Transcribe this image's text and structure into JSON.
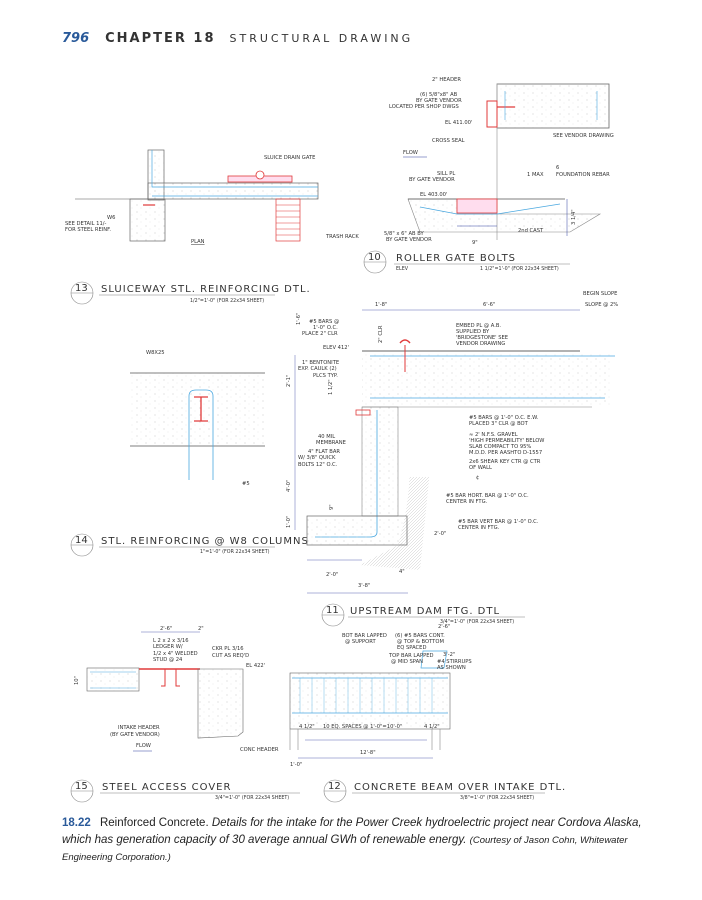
{
  "header": {
    "page_number": "796",
    "chapter": "CHAPTER 18",
    "title": "STRUCTURAL DRAWING"
  },
  "detail10": {
    "number": "10",
    "title": "ROLLER GATE BOLTS",
    "view": "ELEV",
    "scale": "1 1/2\"=1'-0\" (FOR 22x34 SHEET)",
    "labels": {
      "header": "2\" HEADER",
      "ab1": "(6) 5/8\"x8\" AB",
      "ab2": "BY GATE VENDOR",
      "ab3": "LOCATED PER SHOP DWGS",
      "el1": "EL 411.00'",
      "seal": "CROSS SEAL",
      "vendor": "SEE VENDOR DRAWING",
      "flow": "FLOW",
      "sill1": "SILL PL",
      "sill2": "BY GATE VENDOR",
      "max": "1 MAX",
      "six": "6",
      "rebar": "FOUNDATION REBAR",
      "el2": "EL 403.00'",
      "bolt1": "5/8\" x 6\" AB BY",
      "bolt2": "BY GATE VENDOR",
      "cast": "2nd CAST",
      "dim9": "9\"",
      "dim314": "3 1/4\""
    }
  },
  "detail13": {
    "number": "13",
    "title": "SLUICEWAY STL. REINFORCING DTL.",
    "scale": "1/2\"=1'-0\" (FOR 22x34 SHEET)",
    "labels": {
      "gate": "SLUICE DRAIN GATE",
      "w6": "W6",
      "see1": "SEE DETAIL 11/-",
      "see2": "FOR STEEL REINF.",
      "plan": "PLAN",
      "rack": "TRASH RACK"
    }
  },
  "detail14": {
    "number": "14",
    "title": "STL. REINFORCING @ W8 COLUMNS",
    "scale": "1\"=1'-0\" (FOR 22x34 SHEET)",
    "labels": {
      "beam": "W8X25",
      "bar": "#5"
    }
  },
  "detail11": {
    "number": "11",
    "title": "UPSTREAM DAM FTG. DTL",
    "scale": "3/4\"=1'-0\" (FOR 22x34 SHEET)",
    "labels": {
      "begin": "BEGIN SLOPE",
      "slope": "SLOPE @ 2%",
      "d18": "1'-8\"",
      "d66": "6'-6\"",
      "d16": "1'-6\"",
      "bars1": "#5 BARS @",
      "bars2": "1'-0\" O.C.",
      "bars3": "PLACE 2\" CLR",
      "clr": "2\" CLR",
      "embed1": "EMBED PL @ A.B.",
      "embed2": "SUPPLIED BY",
      "embed3": "'BRIDGESTONE' SEE",
      "embed4": "VENDOR DRAWING",
      "elev": "ELEV 412'",
      "bent1": "1\" BENTONITE",
      "bent2": "EXP. CAULK (2)",
      "bent3": "PLCS TYP.",
      "d21": "2'-1\"",
      "d112": "1 1/2\"",
      "mem1": "40 MIL",
      "mem2": "MEMBRANE",
      "flat1": "4\" FLAT BAR",
      "flat2": "W/ 3/8\" QUICK",
      "flat3": "BOLTS 12\" O.C.",
      "d40": "4'-0\"",
      "d10": "1'-0\"",
      "d9": "9\"",
      "ew1": "#5 BARS @ 1'-0\" O.C. E.W.",
      "ew2": "PLACED 3\" CLR @ BOT",
      "gr1": "≈ 2' N.F.S. GRAVEL",
      "gr2": "'HIGH PERMEABILITY' BELOW",
      "gr3": "SLAB COMPACT TO 95%",
      "gr4": "M.D.D. PER AASHTO D-1557",
      "key1": "2x6 SHEAR KEY CTR @ CTR",
      "key2": "OF WALL",
      "cl": "¢",
      "hb1": "#5 BAR HORT. BAR @ 1'-0\" O.C.",
      "hb2": "CENTER IN FTG.",
      "vb1": "#5 BAR VERT BAR @ 1'-0\" O.C.",
      "vb2": "CENTER IN FTG.",
      "d20b": "2'-0\"",
      "d20": "2'-0\"",
      "d4": "4\"",
      "d38": "3'-8\""
    }
  },
  "detail15": {
    "number": "15",
    "title": "STEEL ACCESS COVER",
    "scale": "3/4\"=1'-0\" (FOR 22x34 SHEET)",
    "labels": {
      "d26": "2'-6\"",
      "d2": "2\"",
      "l1": "L 2 x 2 x 3/16",
      "l2": "LEDGER W/",
      "l3": "1/2 x 4\" WELDED",
      "l4": "STUD @ 24",
      "ckr1": "CKR PL 3/16",
      "ckr2": "CUT AS REQ'D",
      "el": "EL 422'",
      "d10": "10\"",
      "int1": "INTAKE HEADER",
      "int2": "(BY GATE VENDOR)",
      "flow": "FLOW",
      "conc": "CONC HEADER"
    }
  },
  "detail12": {
    "number": "12",
    "title": "CONCRETE BEAM OVER INTAKE DTL.",
    "scale": "3/8\"=1'-0\" (FOR 22x34 SHEET)",
    "labels": {
      "bot1": "BOT BAR LAPPED",
      "bot2": "@ SUPPORT",
      "six1": "(6) #5 BARS CONT.",
      "six2": "@ TOP & BOTTOM",
      "six3": "EQ SPACED",
      "top1": "TOP BAR LAPPED",
      "top2": "@ MID SPAN",
      "d26": "2'-6\"",
      "d32": "3'-2\"",
      "st1": "#4 STIRRUPS",
      "st2": "AS SHOWN",
      "sp": "10 EQ. SPACES @ 1'-0\"=10'-0\"",
      "d412a": "4 1/2\"",
      "d412b": "4 1/2\"",
      "d128": "12'-8\"",
      "d10": "1'-0\""
    }
  },
  "caption": {
    "figure": "18.22",
    "lead": "Reinforced Concrete.",
    "text": "Details for the intake for the Power Creek hydroelectric project near Cordova Alaska, which has generation capacity of 30 average annual GWh of renewable energy.",
    "credit": "(Courtesy of Jason Cohn, Whitewater Engineering Corporation.)"
  },
  "colors": {
    "accent": "#2a5a9a",
    "rebar": "#4aa8e0",
    "steel": "#e03a3a",
    "leader": "#3040a0"
  }
}
